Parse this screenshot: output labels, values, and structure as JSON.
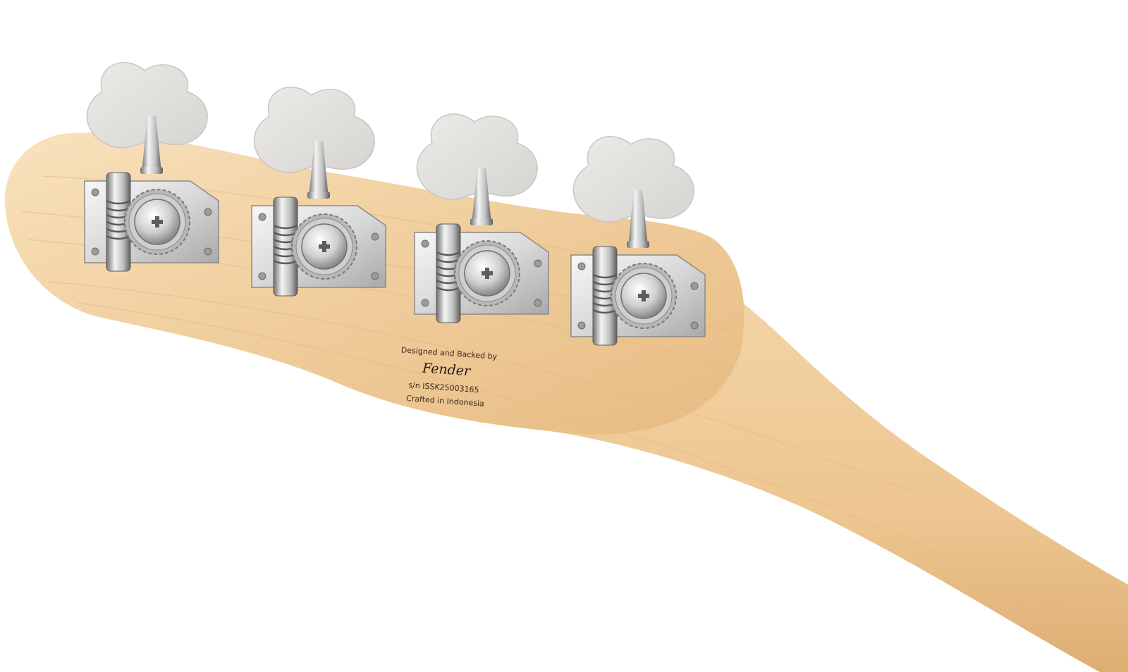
{
  "photo": {
    "subject": "bass-headstock-rear",
    "colors": {
      "background": "#ffffff",
      "maple_light": "#f6dcb2",
      "maple_mid": "#eec896",
      "maple_dark": "#d9a96c",
      "chrome_light": "#f2f2f2",
      "chrome_mid": "#bdbdbd",
      "chrome_dark": "#6d6d6d",
      "tuner_key": "#e4e2df"
    },
    "tuners": [
      {
        "id": "tuner-1"
      },
      {
        "id": "tuner-2"
      },
      {
        "id": "tuner-3"
      },
      {
        "id": "tuner-4"
      }
    ],
    "decal": {
      "line1": "Designed and Backed by",
      "logo": "Fender",
      "serial": "s/n ISSK25003165",
      "origin": "Crafted in Indonesia"
    }
  }
}
